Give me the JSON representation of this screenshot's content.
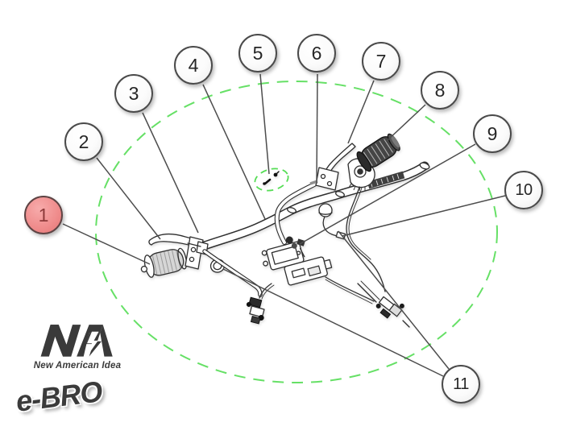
{
  "callouts": {
    "items": [
      {
        "label": "1",
        "highlighted": true
      },
      {
        "label": "2",
        "highlighted": false
      },
      {
        "label": "3",
        "highlighted": false
      },
      {
        "label": "4",
        "highlighted": false
      },
      {
        "label": "5",
        "highlighted": false
      },
      {
        "label": "6",
        "highlighted": false
      },
      {
        "label": "7",
        "highlighted": false
      },
      {
        "label": "8",
        "highlighted": false
      },
      {
        "label": "9",
        "highlighted": false
      },
      {
        "label": "10",
        "highlighted": false
      },
      {
        "label": "11",
        "highlighted": false
      }
    ]
  },
  "branding": {
    "logo_mark_letters": "NA",
    "logo_text": "New American Idea",
    "product_logo": "e-BRO"
  },
  "colors": {
    "highlight_fill": "#ef8b8b",
    "highlight_number": "#8d3a3a",
    "callout_border": "#4a4a4a",
    "leader_line": "#4d4d4d",
    "assembly_ellipse_green": "#55dd55",
    "drawing_stroke": "#2e2e2e",
    "logo_color": "#3a3a3a"
  }
}
